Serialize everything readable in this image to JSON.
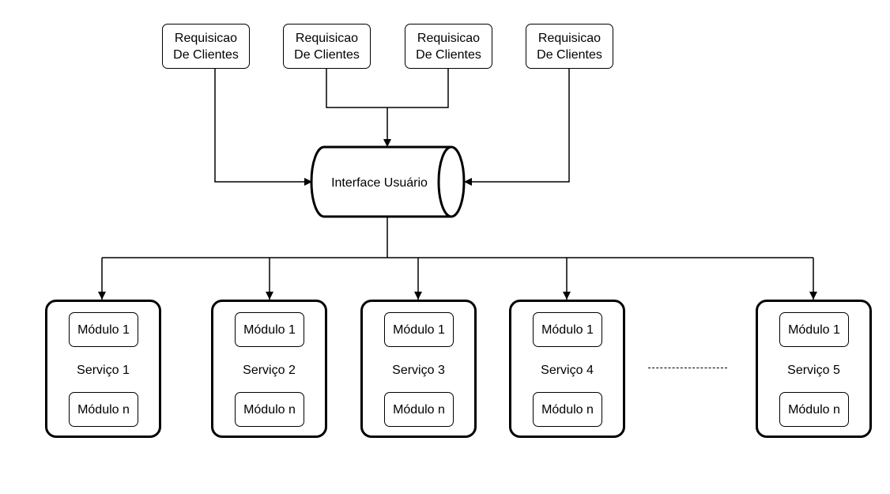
{
  "colors": {
    "stroke": "#000000",
    "fill": "#ffffff"
  },
  "client_requests": [
    {
      "line1": "Requisicao",
      "line2": "De Clientes"
    },
    {
      "line1": "Requisicao",
      "line2": "De Clientes"
    },
    {
      "line1": "Requisicao",
      "line2": "De Clientes"
    },
    {
      "line1": "Requisicao",
      "line2": "De Clientes"
    }
  ],
  "interface": {
    "label": "Interface Usuário"
  },
  "services": [
    {
      "label": "Serviço 1",
      "module_top": "Módulo 1",
      "module_bottom": "Módulo n"
    },
    {
      "label": "Serviço 2",
      "module_top": "Módulo 1",
      "module_bottom": "Módulo n"
    },
    {
      "label": "Serviço 3",
      "module_top": "Módulo 1",
      "module_bottom": "Módulo n"
    },
    {
      "label": "Serviço 4",
      "module_top": "Módulo 1",
      "module_bottom": "Módulo n"
    },
    {
      "label": "Serviço 5",
      "module_top": "Módulo 1",
      "module_bottom": "Módulo n"
    }
  ]
}
